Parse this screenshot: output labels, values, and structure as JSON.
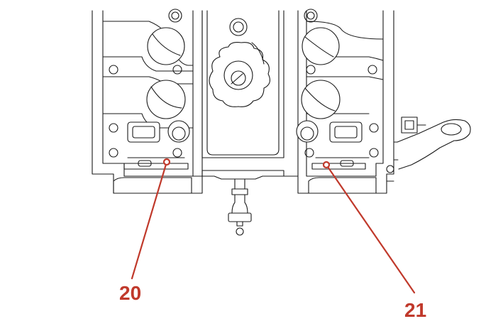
{
  "diagram": {
    "accent_color": "#c0392b",
    "line_color": "#1a1a1a",
    "callouts": [
      {
        "id": "20",
        "label": "20"
      },
      {
        "id": "21",
        "label": "21"
      }
    ]
  }
}
